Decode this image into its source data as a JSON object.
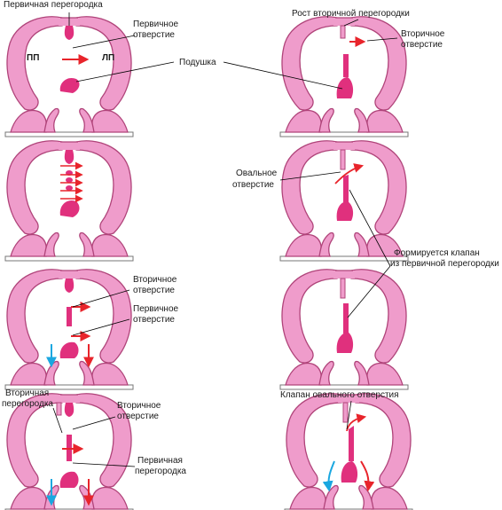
{
  "labels": {
    "primary_septum_top": "Первичная перегородка",
    "primary_foramen_1": "Первичное",
    "primary_foramen_2": "отверстие",
    "right_atrium": "ПП",
    "left_atrium": "ЛП",
    "cushion": "Подушка",
    "secondary_septum_growth": "Рост вторичной перегородки",
    "secondary_foramen_a1": "Вторичное",
    "secondary_foramen_a2": "отверстие",
    "oval_foramen_1": "Овальное",
    "oval_foramen_2": "отверстие",
    "valve_forming_1": "Формируется клапан",
    "valve_forming_2": "из первичной перегородки",
    "secondary_foramen_b1": "Вторичное",
    "secondary_foramen_b2": "отверстие",
    "primary_foramen_b1": "Первичное",
    "primary_foramen_b2": "отверстие",
    "secondary_septum_1": "Вторичная",
    "secondary_septum_2": "перегородка",
    "secondary_foramen_c1": "Вторичное",
    "secondary_foramen_c2": "отверстие",
    "primary_septum_b1": "Первичная",
    "primary_septum_b2": "перегородка",
    "oval_valve": "Клапан овального отверстия"
  },
  "colors": {
    "wall_outline": "#b0447a",
    "wall_fill": "#ef9ccb",
    "septum": "#e0307d",
    "arrow_red": "#e8242b",
    "arrow_blue": "#1aa7e0",
    "base": "#ffffff"
  },
  "panels": [
    {
      "name": "panel-1"
    },
    {
      "name": "panel-2"
    },
    {
      "name": "panel-3"
    },
    {
      "name": "panel-4"
    },
    {
      "name": "panel-5"
    },
    {
      "name": "panel-6"
    },
    {
      "name": "panel-7"
    },
    {
      "name": "panel-8"
    }
  ]
}
